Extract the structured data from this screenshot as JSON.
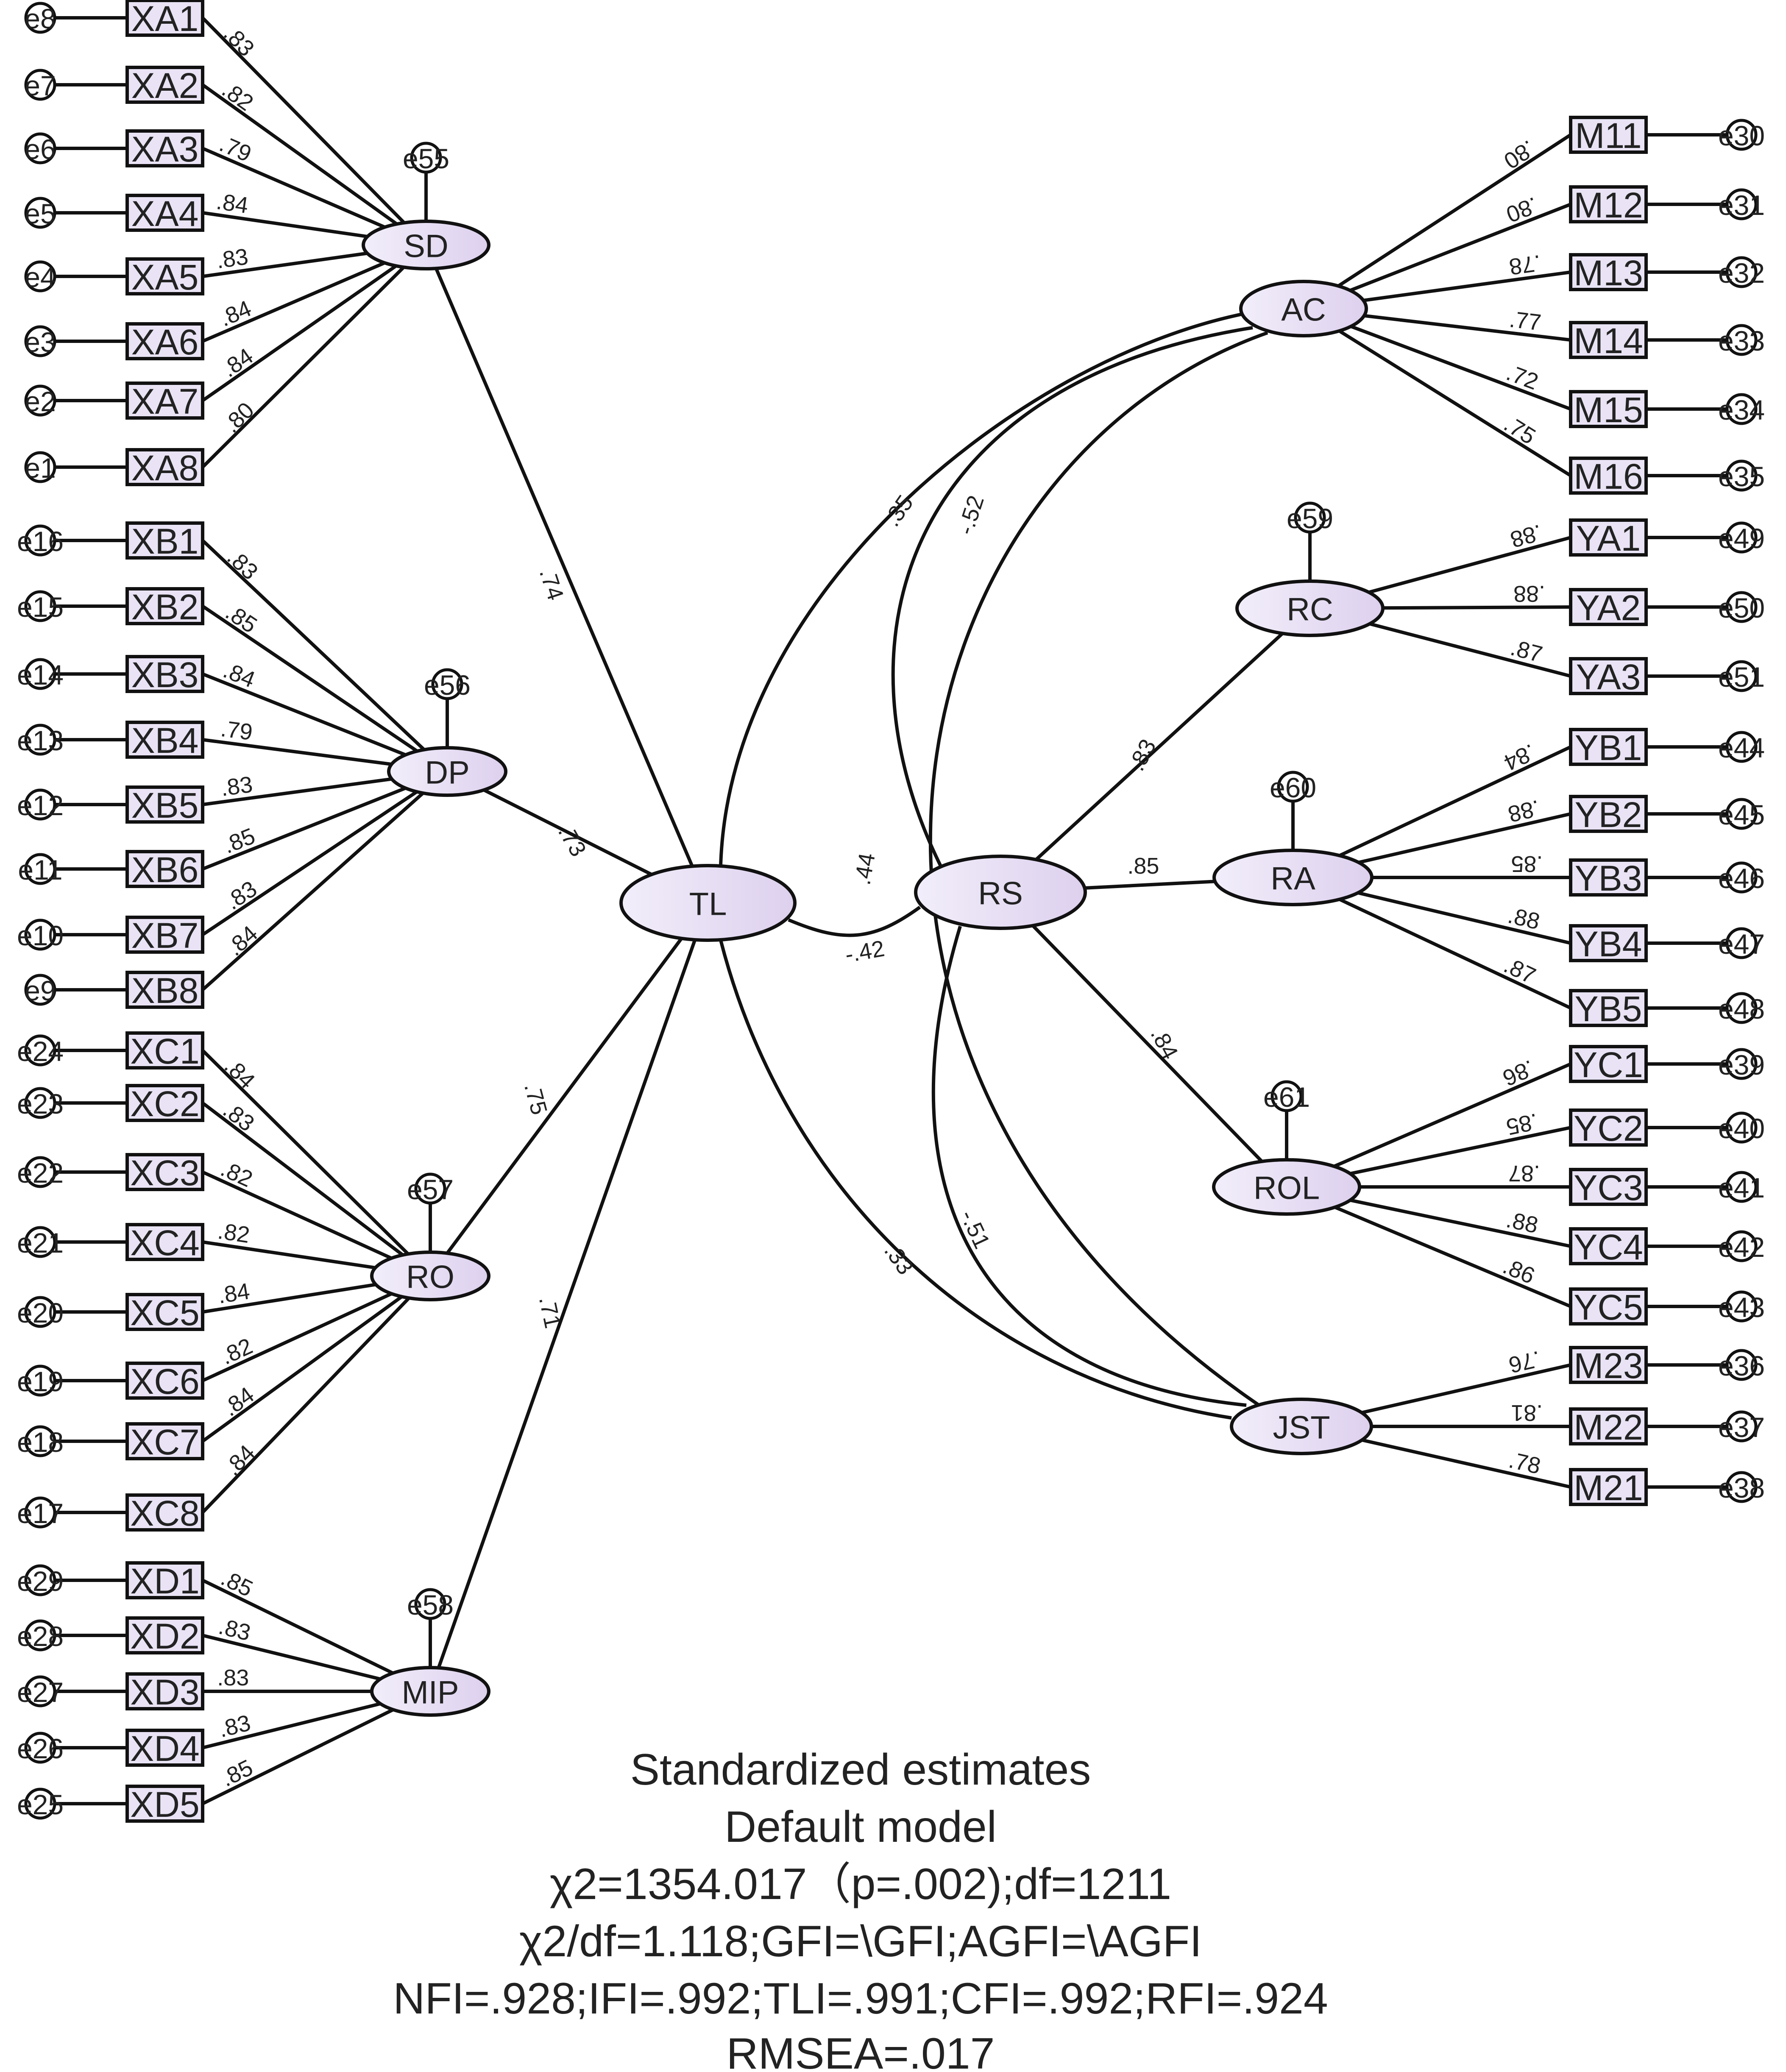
{
  "diagram": {
    "latents": [
      {
        "id": "SD",
        "label": "SD"
      },
      {
        "id": "DP",
        "label": "DP"
      },
      {
        "id": "RO",
        "label": "RO"
      },
      {
        "id": "MIP",
        "label": "MIP"
      },
      {
        "id": "TL",
        "label": "TL"
      },
      {
        "id": "RS",
        "label": "RS"
      },
      {
        "id": "AC",
        "label": "AC"
      },
      {
        "id": "RC",
        "label": "RC"
      },
      {
        "id": "RA",
        "label": "RA"
      },
      {
        "id": "ROL",
        "label": "ROL"
      },
      {
        "id": "JST",
        "label": "JST"
      }
    ],
    "latent_errors": [
      {
        "latent": "SD",
        "label": "e55"
      },
      {
        "latent": "DP",
        "label": "e56"
      },
      {
        "latent": "RO",
        "label": "e57"
      },
      {
        "latent": "MIP",
        "label": "e58"
      },
      {
        "latent": "RC",
        "label": "e59"
      },
      {
        "latent": "RA",
        "label": "e60"
      },
      {
        "latent": "ROL",
        "label": "e61"
      }
    ],
    "indicator_groups": [
      {
        "latent": "SD",
        "side": "left",
        "items": [
          {
            "label": "XA1",
            "error": "e8",
            "loading": ".83"
          },
          {
            "label": "XA2",
            "error": "e7",
            "loading": ".82"
          },
          {
            "label": "XA3",
            "error": "e6",
            "loading": ".79"
          },
          {
            "label": "XA4",
            "error": "e5",
            "loading": ".84"
          },
          {
            "label": "XA5",
            "error": "e4",
            "loading": ".83"
          },
          {
            "label": "XA6",
            "error": "e3",
            "loading": ".84"
          },
          {
            "label": "XA7",
            "error": "e2",
            "loading": ".84"
          },
          {
            "label": "XA8",
            "error": "e1",
            "loading": ".80"
          }
        ]
      },
      {
        "latent": "DP",
        "side": "left",
        "items": [
          {
            "label": "XB1",
            "error": "e16",
            "loading": ".83"
          },
          {
            "label": "XB2",
            "error": "e15",
            "loading": ".85"
          },
          {
            "label": "XB3",
            "error": "e14",
            "loading": ".84"
          },
          {
            "label": "XB4",
            "error": "e13",
            "loading": ".79"
          },
          {
            "label": "XB5",
            "error": "e12",
            "loading": ".83"
          },
          {
            "label": "XB6",
            "error": "e11",
            "loading": ".85"
          },
          {
            "label": "XB7",
            "error": "e10",
            "loading": ".83"
          },
          {
            "label": "XB8",
            "error": "e9",
            "loading": ".84"
          }
        ]
      },
      {
        "latent": "RO",
        "side": "left",
        "items": [
          {
            "label": "XC1",
            "error": "e24",
            "loading": ".84"
          },
          {
            "label": "XC2",
            "error": "e23",
            "loading": ".83"
          },
          {
            "label": "XC3",
            "error": "e22",
            "loading": ".82"
          },
          {
            "label": "XC4",
            "error": "e21",
            "loading": ".82"
          },
          {
            "label": "XC5",
            "error": "e20",
            "loading": ".84"
          },
          {
            "label": "XC6",
            "error": "e19",
            "loading": ".82"
          },
          {
            "label": "XC7",
            "error": "e18",
            "loading": ".84"
          },
          {
            "label": "XC8",
            "error": "e17",
            "loading": ".84"
          }
        ]
      },
      {
        "latent": "MIP",
        "side": "left",
        "items": [
          {
            "label": "XD1",
            "error": "e29",
            "loading": ".85"
          },
          {
            "label": "XD2",
            "error": "e28",
            "loading": ".83"
          },
          {
            "label": "XD3",
            "error": "e27",
            "loading": ".83"
          },
          {
            "label": "XD4",
            "error": "e26",
            "loading": ".83"
          },
          {
            "label": "XD5",
            "error": "e25",
            "loading": ".85"
          }
        ]
      },
      {
        "latent": "AC",
        "side": "right",
        "items": [
          {
            "label": "M11",
            "error": "e30",
            "loading": ".80"
          },
          {
            "label": "M12",
            "error": "e31",
            "loading": ".80"
          },
          {
            "label": "M13",
            "error": "e32",
            "loading": ".78"
          },
          {
            "label": "M14",
            "error": "e33",
            "loading": ".77"
          },
          {
            "label": "M15",
            "error": "e34",
            "loading": ".72"
          },
          {
            "label": "M16",
            "error": "e35",
            "loading": ".75"
          }
        ]
      },
      {
        "latent": "RC",
        "side": "right",
        "items": [
          {
            "label": "YA1",
            "error": "e49",
            "loading": ".88"
          },
          {
            "label": "YA2",
            "error": "e50",
            "loading": ".88"
          },
          {
            "label": "YA3",
            "error": "e51",
            "loading": ".87"
          }
        ]
      },
      {
        "latent": "RA",
        "side": "right",
        "items": [
          {
            "label": "YB1",
            "error": "e44",
            "loading": ".84"
          },
          {
            "label": "YB2",
            "error": "e45",
            "loading": ".88"
          },
          {
            "label": "YB3",
            "error": "e46",
            "loading": ".85"
          },
          {
            "label": "YB4",
            "error": "e47",
            "loading": ".88"
          },
          {
            "label": "YB5",
            "error": "e48",
            "loading": ".87"
          }
        ]
      },
      {
        "latent": "ROL",
        "side": "right",
        "items": [
          {
            "label": "YC1",
            "error": "e39",
            "loading": ".86"
          },
          {
            "label": "YC2",
            "error": "e40",
            "loading": ".85"
          },
          {
            "label": "YC3",
            "error": "e41",
            "loading": ".87"
          },
          {
            "label": "YC4",
            "error": "e42",
            "loading": ".88"
          },
          {
            "label": "YC5",
            "error": "e43",
            "loading": ".86"
          }
        ]
      },
      {
        "latent": "JST",
        "side": "right",
        "items": [
          {
            "label": "M23",
            "error": "e36",
            "loading": ".76"
          },
          {
            "label": "M22",
            "error": "e37",
            "loading": ".81"
          },
          {
            "label": "M21",
            "error": "e38",
            "loading": ".78"
          }
        ]
      }
    ],
    "structural_paths": [
      {
        "from": "TL",
        "to": "SD",
        "value": ".74"
      },
      {
        "from": "TL",
        "to": "DP",
        "value": ".73"
      },
      {
        "from": "TL",
        "to": "RO",
        "value": ".75"
      },
      {
        "from": "TL",
        "to": "MIP",
        "value": ".71"
      },
      {
        "from": "RS",
        "to": "AC",
        "value": ".44"
      },
      {
        "from": "RS",
        "to": "RC",
        "value": ".83"
      },
      {
        "from": "RS",
        "to": "RA",
        "value": ".85"
      },
      {
        "from": "RS",
        "to": "ROL",
        "value": ".84"
      },
      {
        "from": "RS",
        "to": "JST",
        "value": "-.51"
      }
    ],
    "covariances": [
      {
        "between": [
          "TL",
          "RS"
        ],
        "value": "-.42"
      },
      {
        "between": [
          "TL",
          "AC"
        ],
        "value": ".35"
      },
      {
        "between": [
          "TL",
          "JST"
        ],
        "value": ".33"
      },
      {
        "between": [
          "AC",
          "JST"
        ],
        "value": "-.52"
      }
    ]
  },
  "fit_summary": {
    "line1": "Standardized estimates",
    "line2": "Default model",
    "line3": "χ2=1354.017（p=.002);df=1211",
    "line4": "χ2/df=1.118;GFI=\\GFI;AGFI=\\AGFI",
    "line5": "NFI=.928;IFI=.992;TLI=.991;CFI=.992;RFI=.924",
    "line6": "RMSEA=.017"
  },
  "colors": {
    "latent_fill_start": "#f2eefa",
    "latent_fill_end": "#ddd0ee",
    "box_fill": "#e9e3f5",
    "stroke": "#111111"
  }
}
